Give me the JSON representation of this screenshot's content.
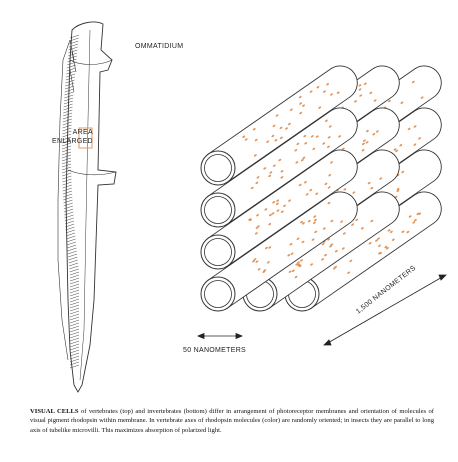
{
  "labels": {
    "ommatidium": "OMMATIDIUM",
    "area_line1": "AREA",
    "area_line2": "ENLARGED",
    "fifty_nm": "50 NANOMETERS",
    "fifteen_hundred_nm": "1,500 NANOMETERS"
  },
  "caption": {
    "lead": "VISUAL CELLS",
    "text": " of vertebrates (top) and invertebrates (bottom) differ in arrangement of photoreceptor membranes and orientation of molecules of visual pigment rhodopsin within membrane. In vertebrate axes of rhodopsin molecules (color) are randomly oriented; in insects they are parallel to long axis of tubelike microvilli. This maximizes absorption of polarized light."
  },
  "colors": {
    "line": "#333333",
    "dots": "#e2955a",
    "highlight": "#e49a62"
  }
}
